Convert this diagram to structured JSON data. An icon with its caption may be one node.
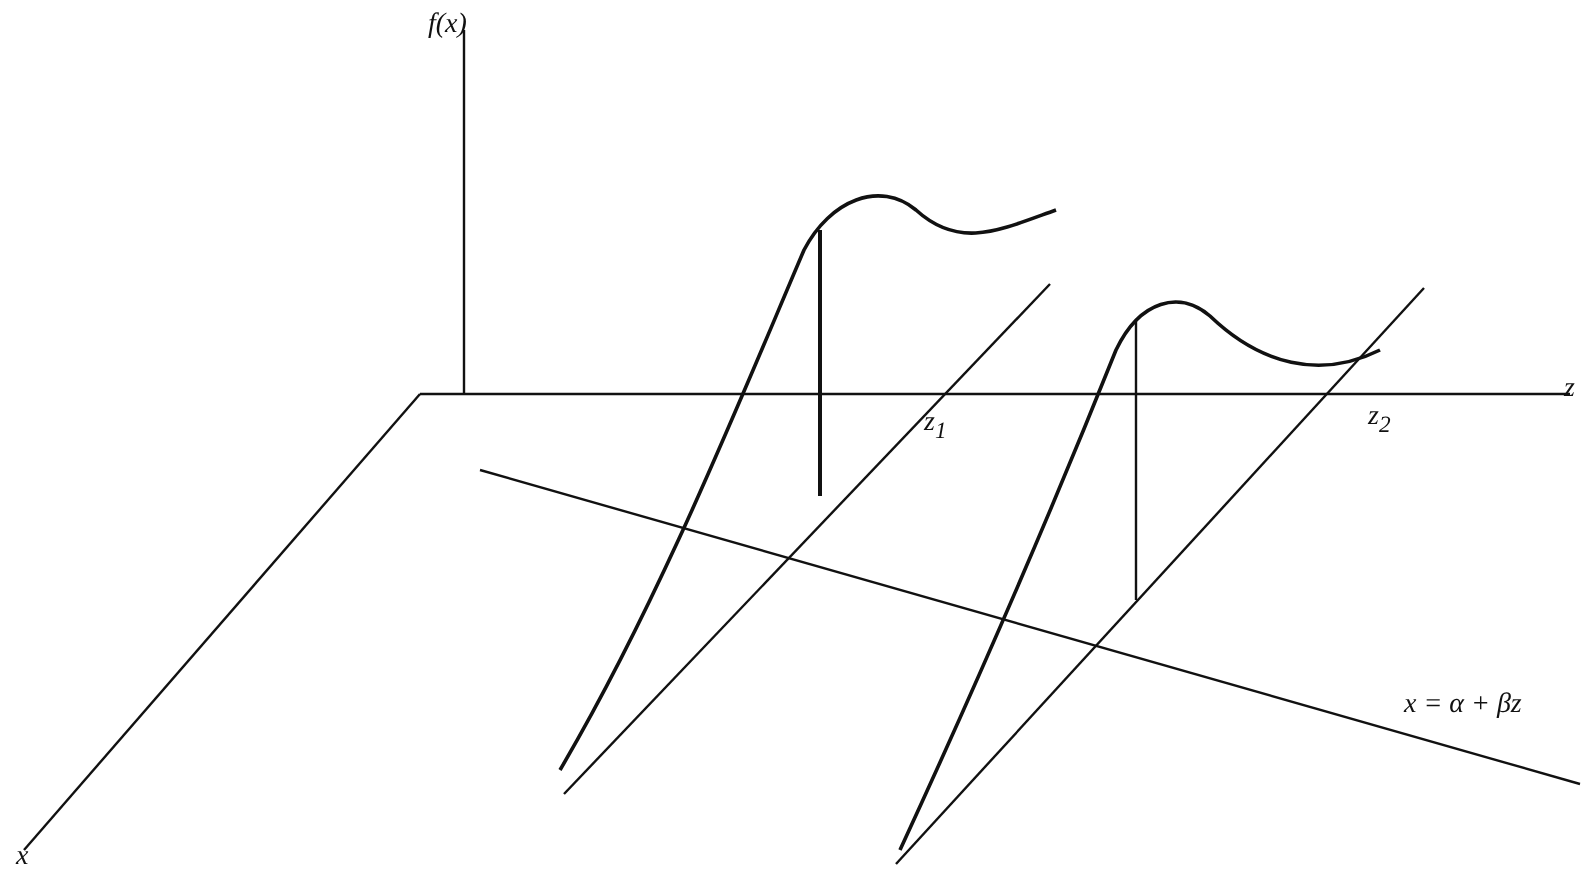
{
  "diagram": {
    "labels": [
      "f(x)",
      "z$_{1}$",
      "z$_{2}$",
      "z",
      "x = α + βz",
      "x"
    ]
  }
}
